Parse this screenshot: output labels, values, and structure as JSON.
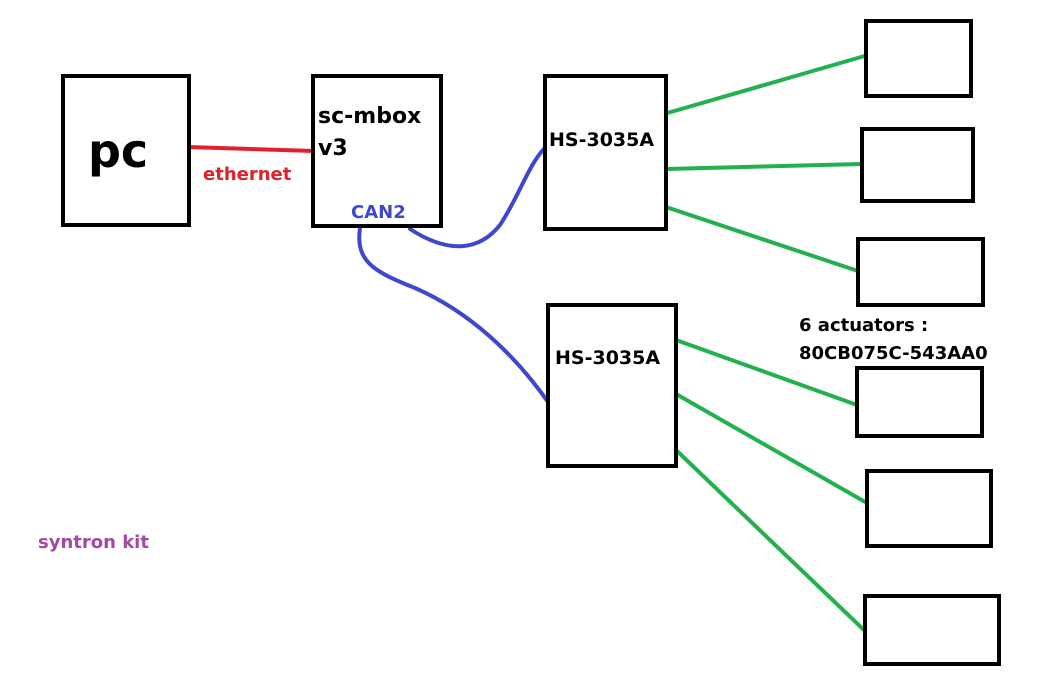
{
  "diagram": {
    "nodes": {
      "pc": {
        "label": "pc"
      },
      "mbox": {
        "label_line1": "sc-mbox",
        "label_line2": "v3"
      },
      "controller_top": {
        "label": "HS-3035A"
      },
      "controller_bottom": {
        "label": "HS-3035A"
      }
    },
    "links": {
      "ethernet": {
        "label": "ethernet",
        "color": "#e0202a"
      },
      "can": {
        "label": "CAN2",
        "color": "#3f48cc"
      },
      "actuator_wire_color": "#22b14c"
    },
    "actuators_note": {
      "line1": "6 actuators :",
      "line2": "80CB075C-543AA0"
    },
    "kit_label": {
      "text": "syntron kit",
      "color": "#a349a4"
    },
    "actuator_count": 6
  }
}
